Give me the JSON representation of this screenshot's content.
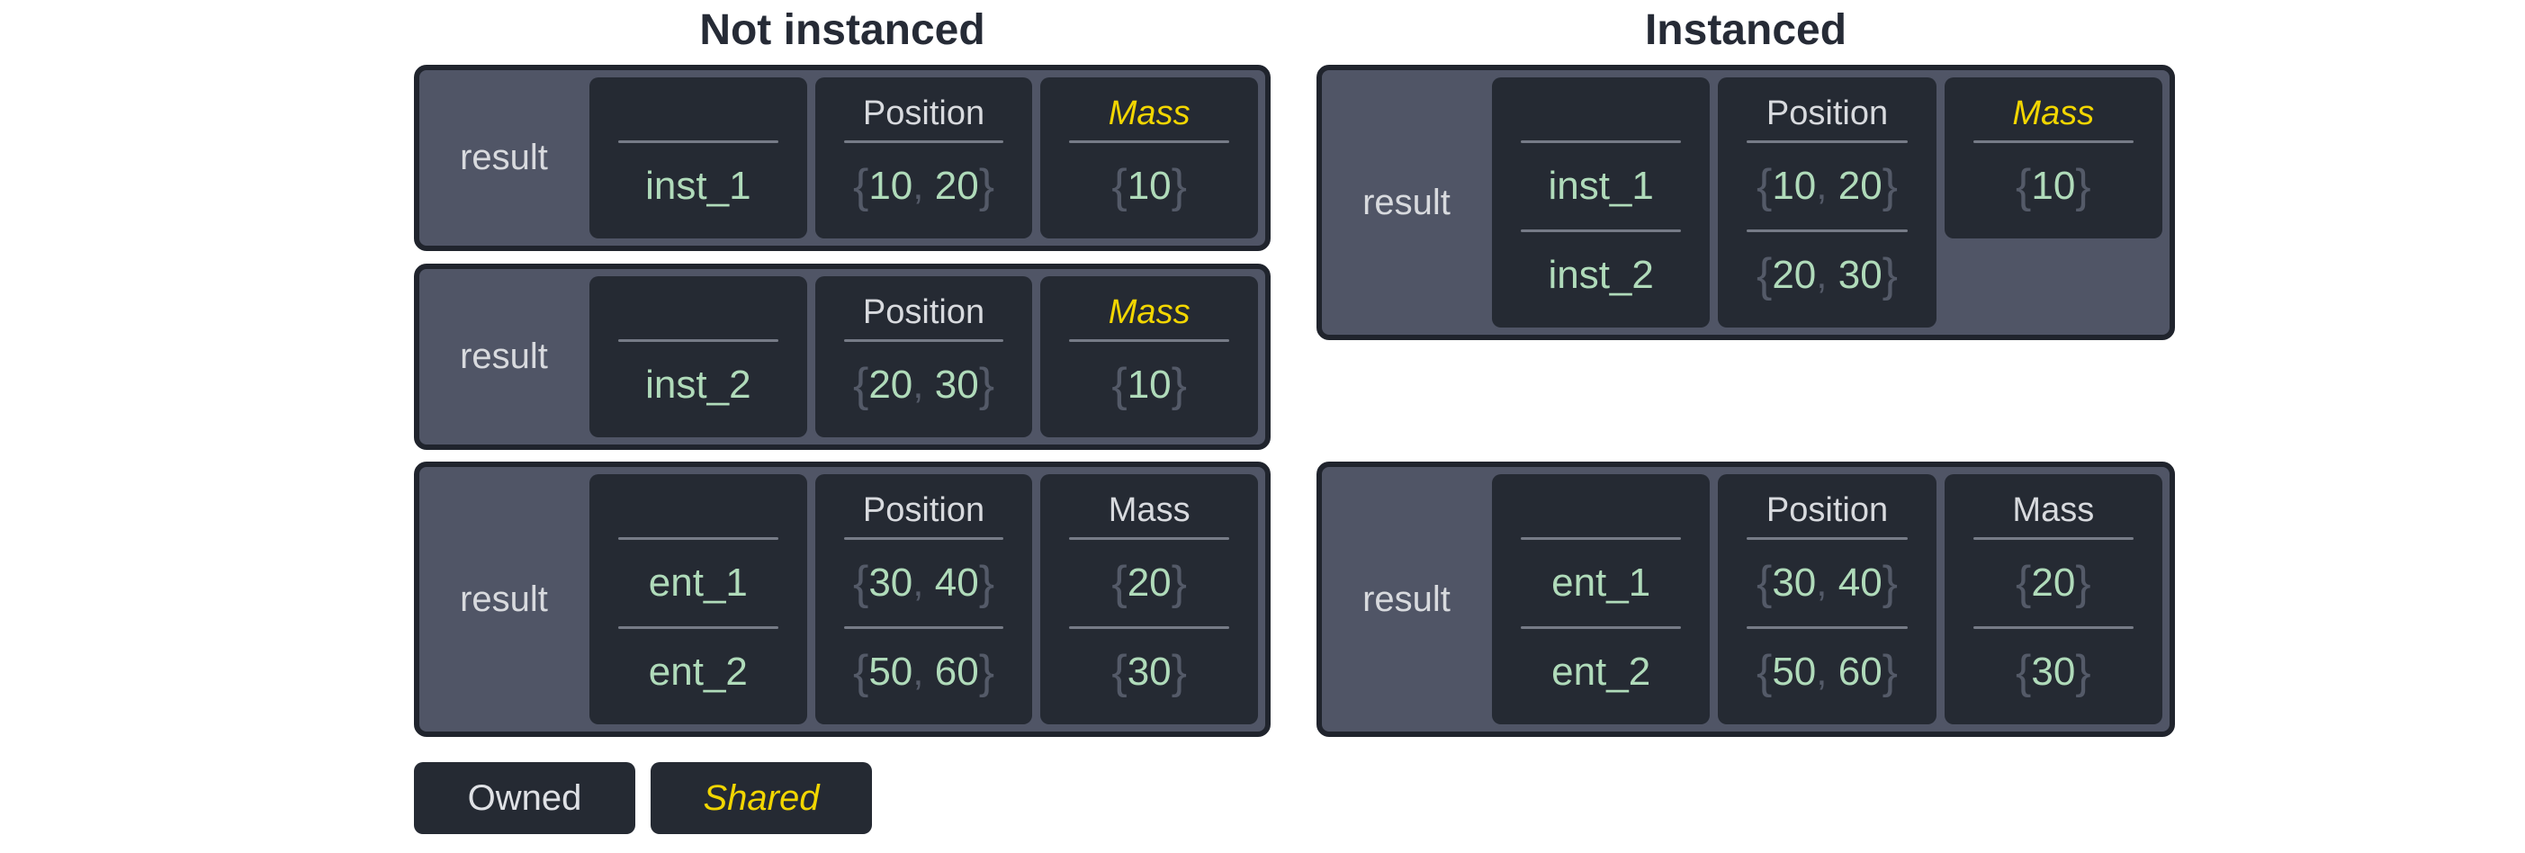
{
  "colors": {
    "page_bg": "#ffffff",
    "title_text": "#262b36",
    "table_fill": "#505566",
    "table_border": "#20242d",
    "cell_bg": "#252a33",
    "light_text": "#d8dade",
    "owned_value_green": "#b0dbba",
    "shared_yellow": "#f2d600",
    "brace_gray": "#545a68",
    "divider_gray": "#767b87"
  },
  "sections": [
    {
      "title": "Not instanced",
      "tables": [
        {
          "label": "result",
          "columns": [
            {
              "header": "",
              "shared": false,
              "values": [
                {
                  "pre": "",
                  "a": "inst_1",
                  "sep": "",
                  "b": "",
                  "post": ""
                }
              ]
            },
            {
              "header": "Position",
              "shared": false,
              "values": [
                {
                  "pre": "{",
                  "a": "10",
                  "sep": ", ",
                  "b": "20",
                  "post": "}"
                }
              ]
            },
            {
              "header": "Mass",
              "shared": true,
              "values": [
                {
                  "pre": "{",
                  "a": "10",
                  "sep": "",
                  "b": "",
                  "post": "}"
                }
              ]
            }
          ]
        },
        {
          "label": "result",
          "columns": [
            {
              "header": "",
              "shared": false,
              "values": [
                {
                  "pre": "",
                  "a": "inst_2",
                  "sep": "",
                  "b": "",
                  "post": ""
                }
              ]
            },
            {
              "header": "Position",
              "shared": false,
              "values": [
                {
                  "pre": "{",
                  "a": "20",
                  "sep": ", ",
                  "b": "30",
                  "post": "}"
                }
              ]
            },
            {
              "header": "Mass",
              "shared": true,
              "values": [
                {
                  "pre": "{",
                  "a": "10",
                  "sep": "",
                  "b": "",
                  "post": "}"
                }
              ]
            }
          ]
        },
        {
          "label": "result",
          "columns": [
            {
              "header": "",
              "shared": false,
              "values": [
                {
                  "pre": "",
                  "a": "ent_1",
                  "sep": "",
                  "b": "",
                  "post": ""
                },
                {
                  "pre": "",
                  "a": "ent_2",
                  "sep": "",
                  "b": "",
                  "post": ""
                }
              ]
            },
            {
              "header": "Position",
              "shared": false,
              "values": [
                {
                  "pre": "{",
                  "a": "30",
                  "sep": ", ",
                  "b": "40",
                  "post": "}"
                },
                {
                  "pre": "{",
                  "a": "50",
                  "sep": ", ",
                  "b": "60",
                  "post": "}"
                }
              ]
            },
            {
              "header": "Mass",
              "shared": false,
              "values": [
                {
                  "pre": "{",
                  "a": "20",
                  "sep": "",
                  "b": "",
                  "post": "}"
                },
                {
                  "pre": "{",
                  "a": "30",
                  "sep": "",
                  "b": "",
                  "post": "}"
                }
              ]
            }
          ]
        }
      ]
    },
    {
      "title": "Instanced",
      "tables": [
        {
          "label": "result",
          "columns": [
            {
              "header": "",
              "shared": false,
              "values": [
                {
                  "pre": "",
                  "a": "inst_1",
                  "sep": "",
                  "b": "",
                  "post": ""
                },
                {
                  "pre": "",
                  "a": "inst_2",
                  "sep": "",
                  "b": "",
                  "post": ""
                }
              ]
            },
            {
              "header": "Position",
              "shared": false,
              "values": [
                {
                  "pre": "{",
                  "a": "10",
                  "sep": ", ",
                  "b": "20",
                  "post": "}"
                },
                {
                  "pre": "{",
                  "a": "20",
                  "sep": ", ",
                  "b": "30",
                  "post": "}"
                }
              ]
            },
            {
              "header": "Mass",
              "shared": true,
              "values": [
                {
                  "pre": "{",
                  "a": "10",
                  "sep": "",
                  "b": "",
                  "post": "}"
                }
              ]
            }
          ]
        },
        {
          "label": "result",
          "columns": [
            {
              "header": "",
              "shared": false,
              "values": [
                {
                  "pre": "",
                  "a": "ent_1",
                  "sep": "",
                  "b": "",
                  "post": ""
                },
                {
                  "pre": "",
                  "a": "ent_2",
                  "sep": "",
                  "b": "",
                  "post": ""
                }
              ]
            },
            {
              "header": "Position",
              "shared": false,
              "values": [
                {
                  "pre": "{",
                  "a": "30",
                  "sep": ", ",
                  "b": "40",
                  "post": "}"
                },
                {
                  "pre": "{",
                  "a": "50",
                  "sep": ", ",
                  "b": "60",
                  "post": "}"
                }
              ]
            },
            {
              "header": "Mass",
              "shared": false,
              "values": [
                {
                  "pre": "{",
                  "a": "20",
                  "sep": "",
                  "b": "",
                  "post": "}"
                },
                {
                  "pre": "{",
                  "a": "30",
                  "sep": "",
                  "b": "",
                  "post": "}"
                }
              ]
            }
          ]
        }
      ]
    }
  ],
  "legend": {
    "owned_label": "Owned",
    "shared_label": "Shared"
  }
}
